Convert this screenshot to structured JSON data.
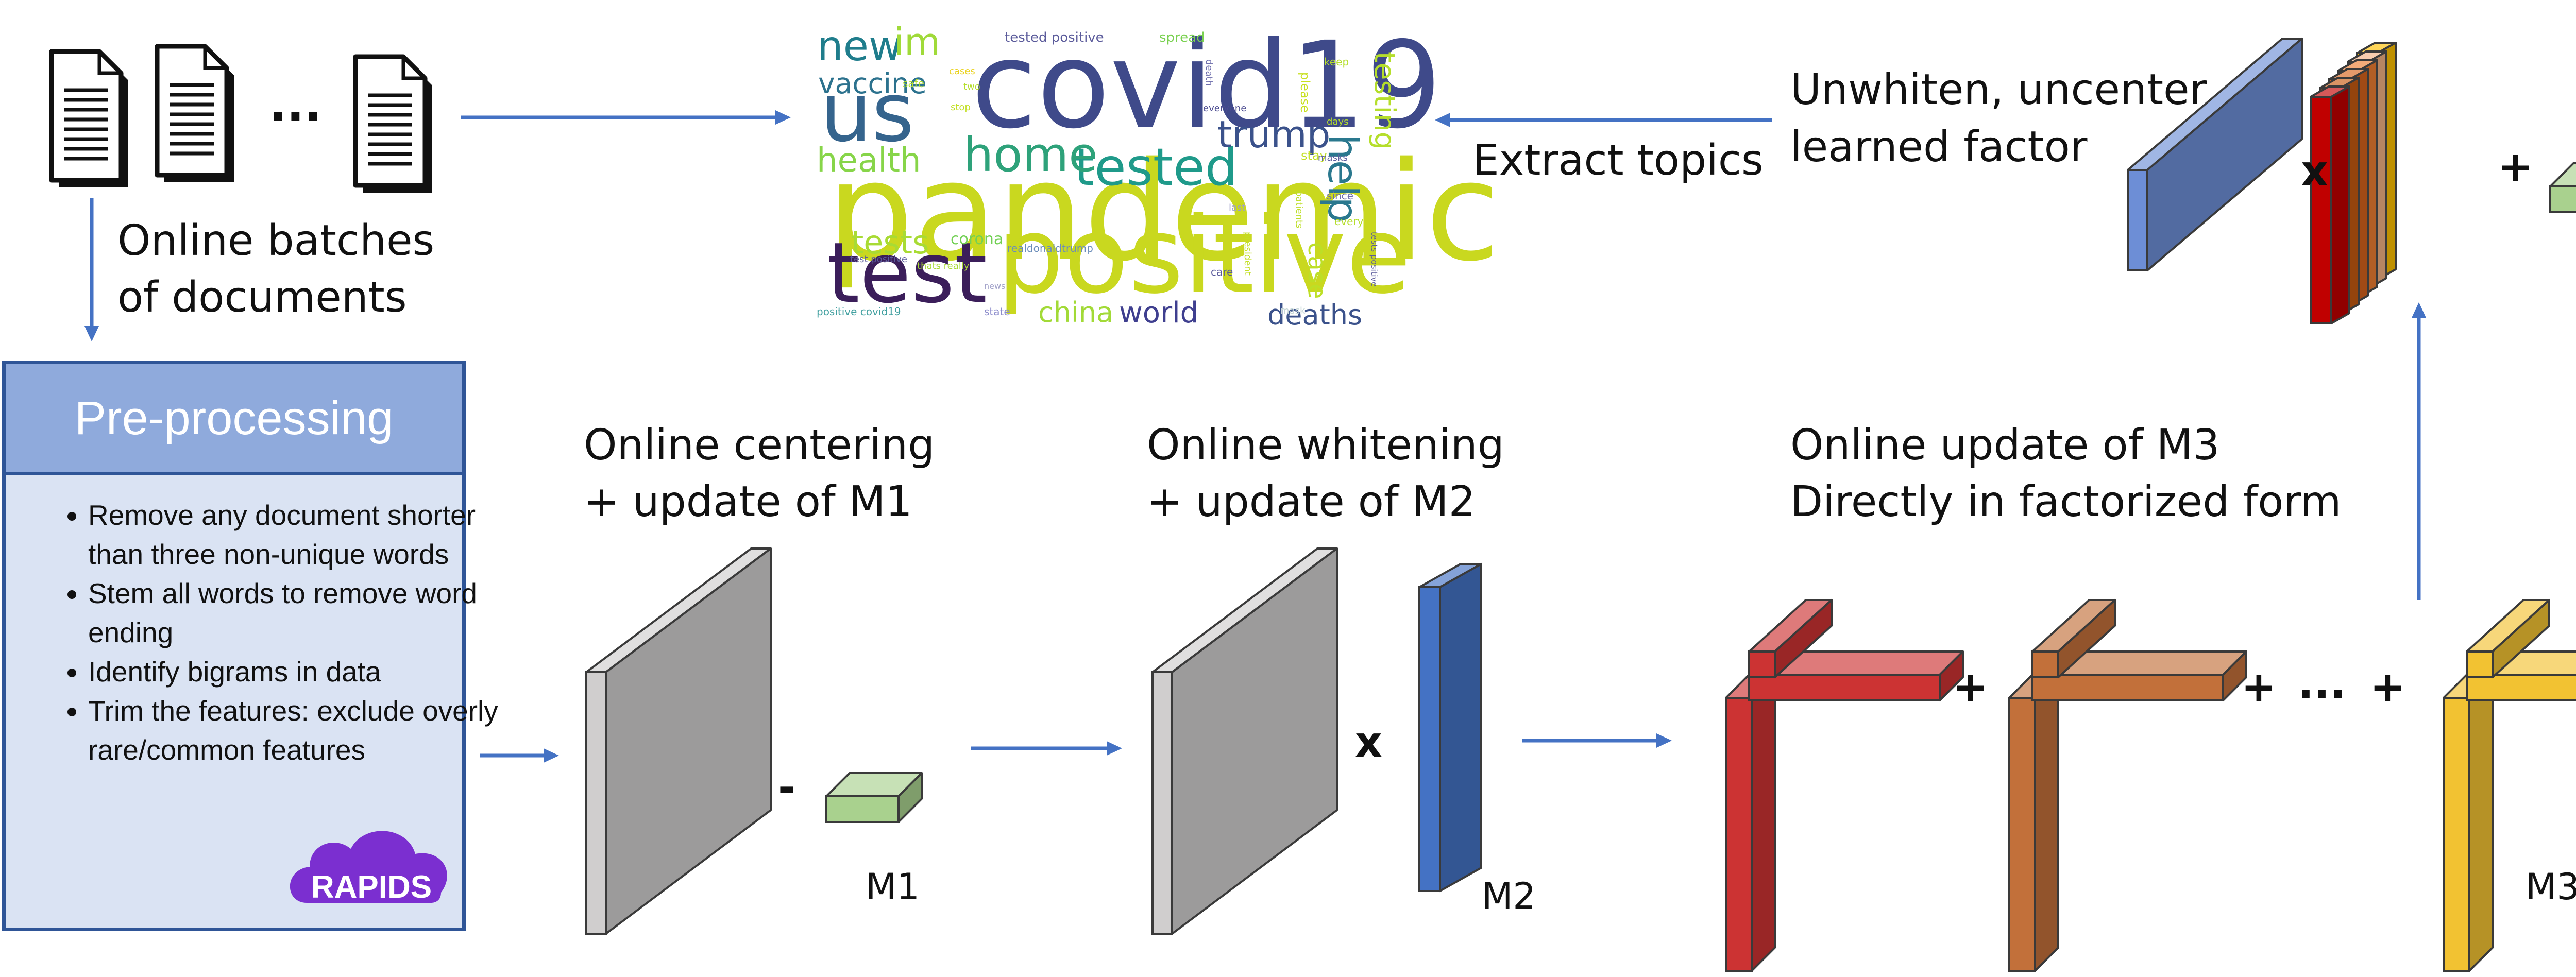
{
  "colors": {
    "arrow": "#4472c4",
    "preprocessing_header": "#8faadc",
    "preprocessing_body": "#dae3f3",
    "preprocessing_border": "#2f5597",
    "gray_matrix": "#d0cece",
    "green_vector": "#a9d18e",
    "blue_vector": "#4472c4",
    "red": "#c00000",
    "orange": "#c55a11",
    "yellow": "#ffc000",
    "rapids_purple": "#7b2fd0"
  },
  "documents": {
    "ellipsis": "...",
    "icon": "document-icon"
  },
  "batches_label": [
    "Online batches",
    "of documents"
  ],
  "preprocessing": {
    "title": "Pre-processing",
    "items": [
      "Remove any document shorter than three non-unique words",
      "Stem all words to remove word ending",
      "Identify bigrams in data",
      "Trim the features: exclude overly rare/common features"
    ],
    "logo_text": "RAPIDS"
  },
  "wordcloud": {
    "words": [
      "covid19",
      "pandemic",
      "positive",
      "test",
      "us",
      "tested",
      "home",
      "new",
      "vaccine",
      "trump",
      "health",
      "help",
      "testing",
      "tests",
      "world",
      "deaths",
      "china",
      "im",
      "tested positive",
      "spread",
      "corona",
      "case",
      "safe",
      "stay",
      "masks",
      "president",
      "realdonaldtrump",
      "positive covid19",
      "test positive",
      "thats really",
      "everyone",
      "please",
      "keep",
      "death",
      "since",
      "every",
      "care",
      "state",
      "news",
      "last",
      "days",
      "patients",
      "mask",
      "two",
      "stop",
      "tests positive",
      "cases"
    ]
  },
  "labels": {
    "extract_topics": "Extract topics",
    "unwhiten": [
      "Unwhiten, uncenter",
      "learned factor"
    ],
    "centering": [
      "Online centering",
      "+ update of M1"
    ],
    "whitening": [
      "Online whitening",
      "+ update of M2"
    ],
    "m3_update": [
      "Online update of M3",
      "Directly in factorized form"
    ],
    "m1": "M1",
    "m2": "M2",
    "m3": "M3"
  },
  "operators": {
    "minus": "-",
    "times": "x",
    "plus": "+",
    "dots": "...",
    "top_times": "x",
    "top_plus": "+"
  }
}
